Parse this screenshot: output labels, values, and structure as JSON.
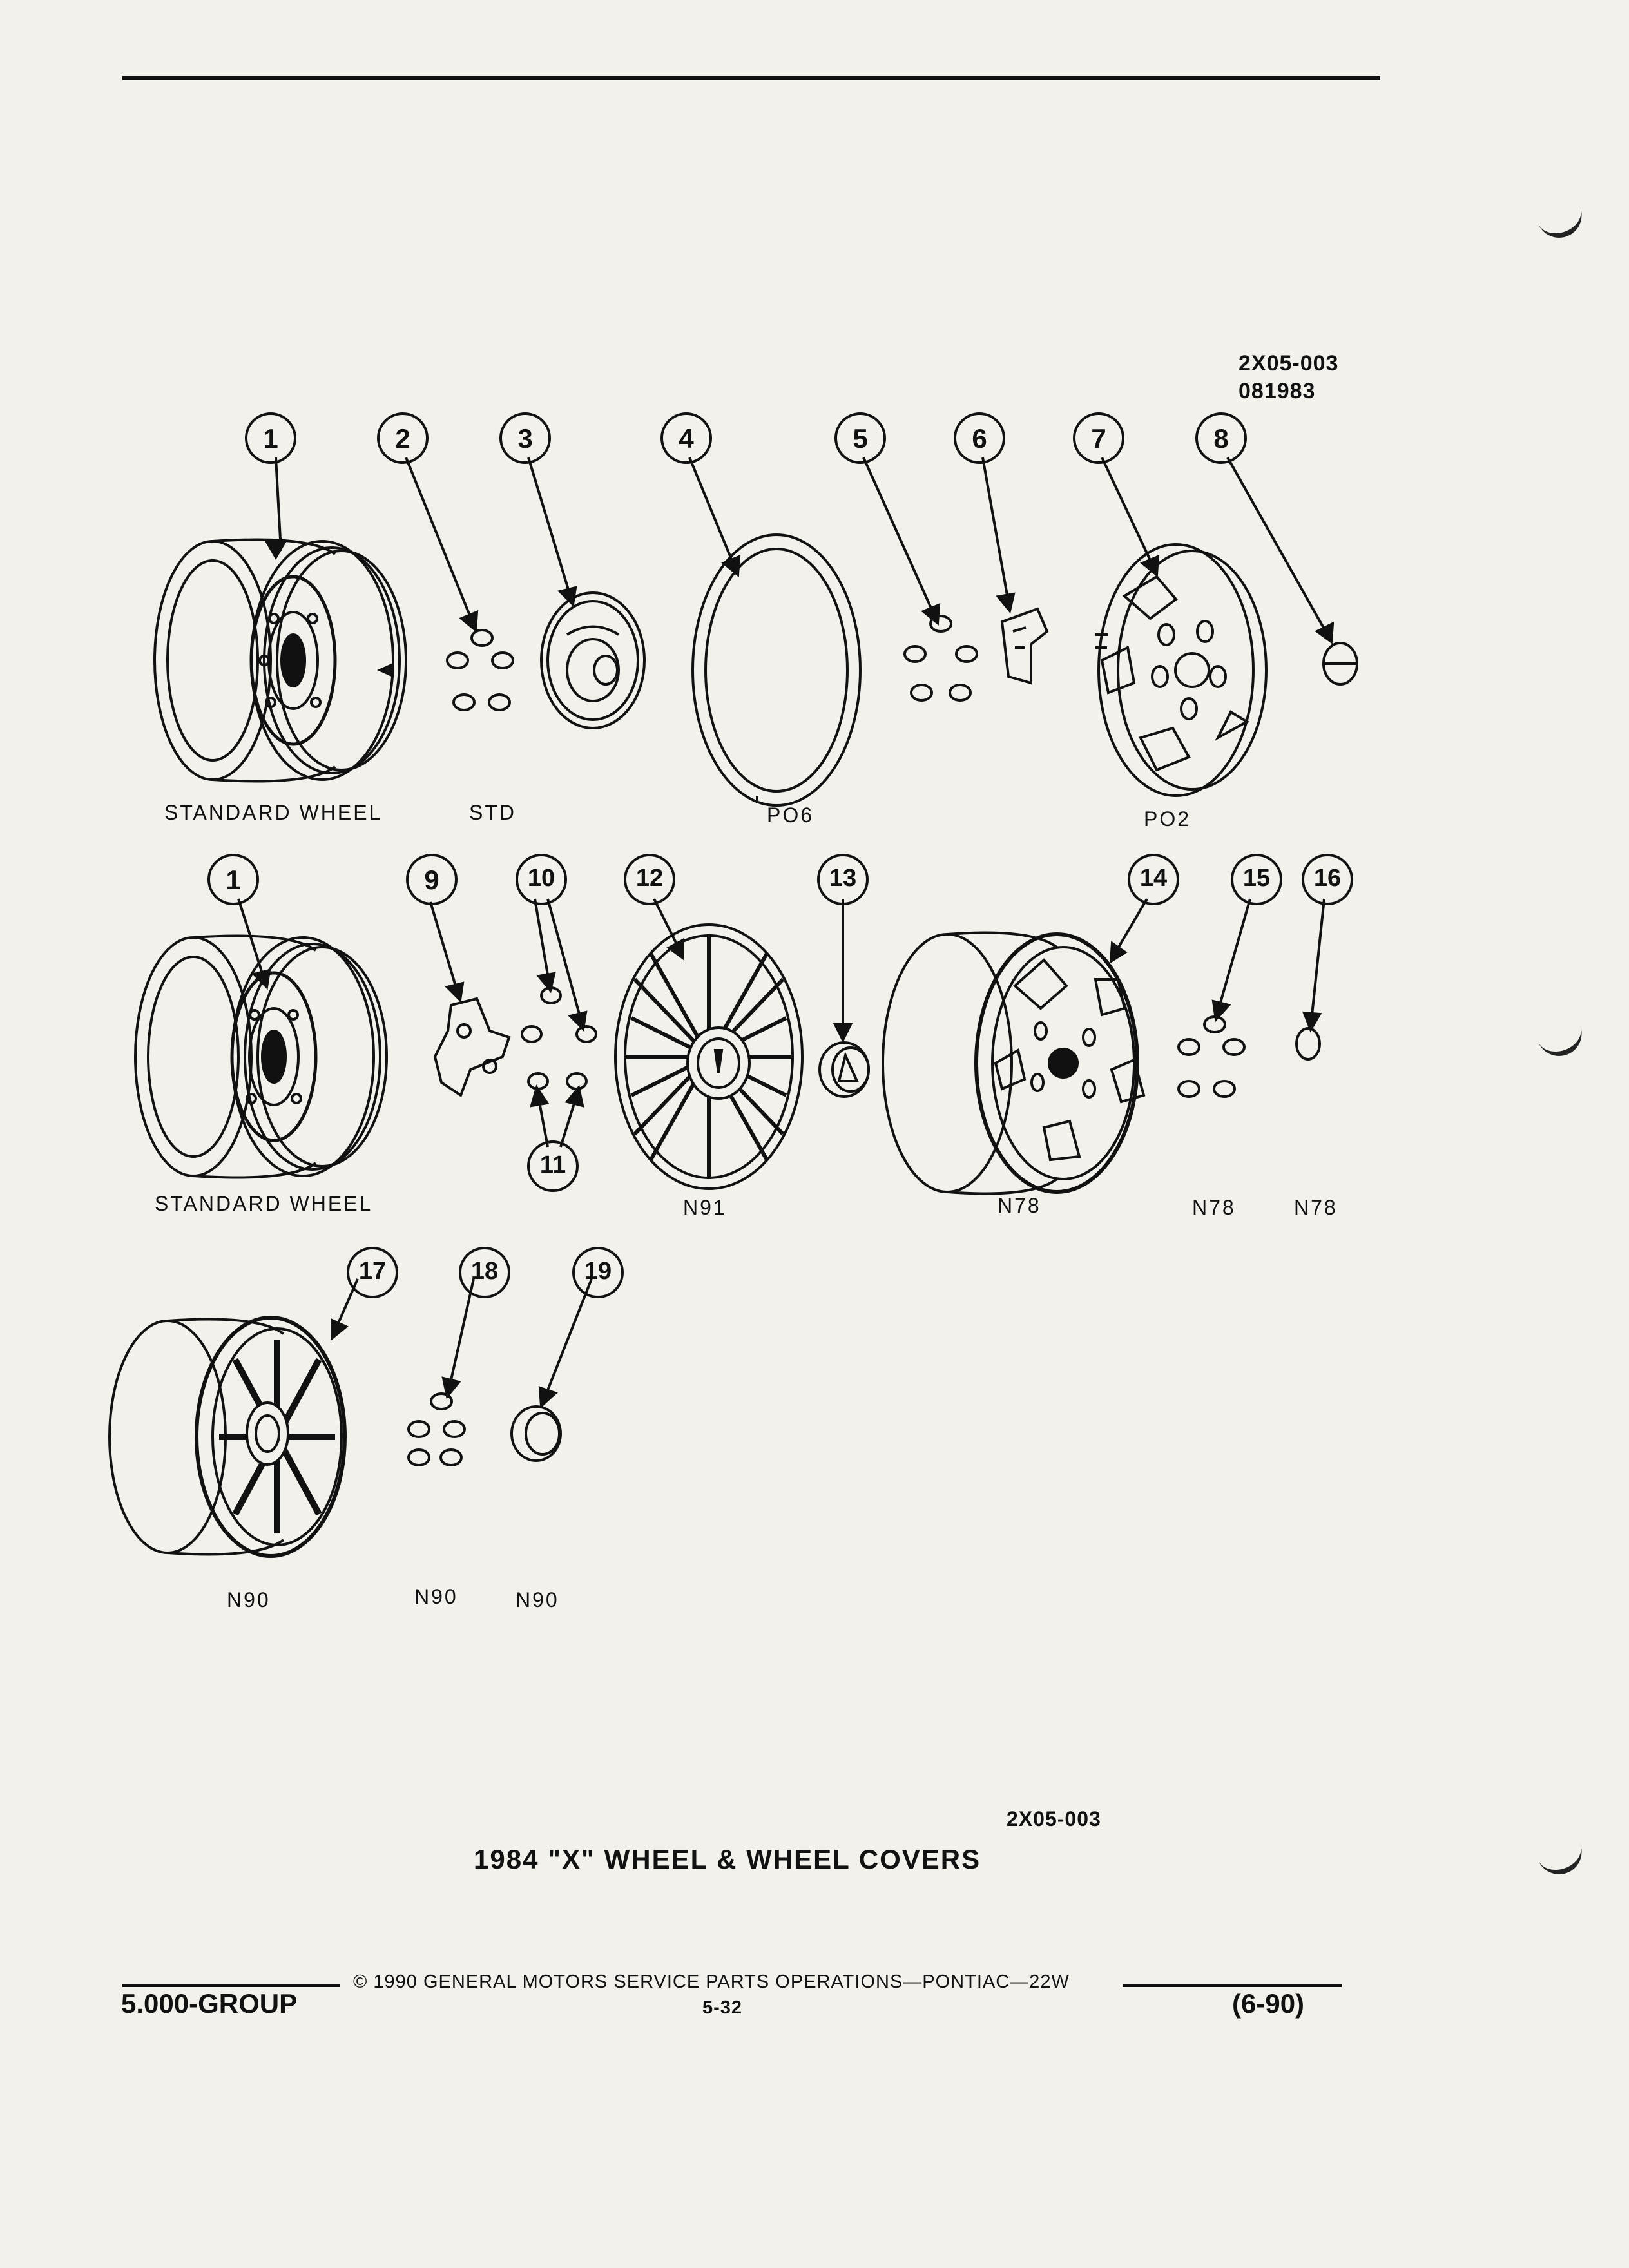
{
  "header": {
    "ref_code": "2X05-003",
    "date_code": "081983"
  },
  "callouts": [
    "1",
    "2",
    "3",
    "4",
    "5",
    "6",
    "7",
    "8",
    "1",
    "9",
    "10",
    "12",
    "13",
    "14",
    "15",
    "16",
    "11",
    "17",
    "18",
    "19"
  ],
  "row1_labels": [
    "STANDARD WHEEL",
    "STD",
    "PO6",
    "PO2"
  ],
  "row2_labels": [
    "STANDARD WHEEL",
    "N91",
    "N78",
    "N78",
    "N78"
  ],
  "row3_labels": [
    "N90",
    "N90",
    "N90"
  ],
  "figure": {
    "code": "2X05-003",
    "title": "1984 \"X\" WHEEL & WHEEL COVERS"
  },
  "footer": {
    "copyright": "© 1990 GENERAL MOTORS SERVICE PARTS OPERATIONS—PONTIAC—22W",
    "group": "5.000-GROUP",
    "page": "5-32",
    "revision": "(6-90)"
  }
}
